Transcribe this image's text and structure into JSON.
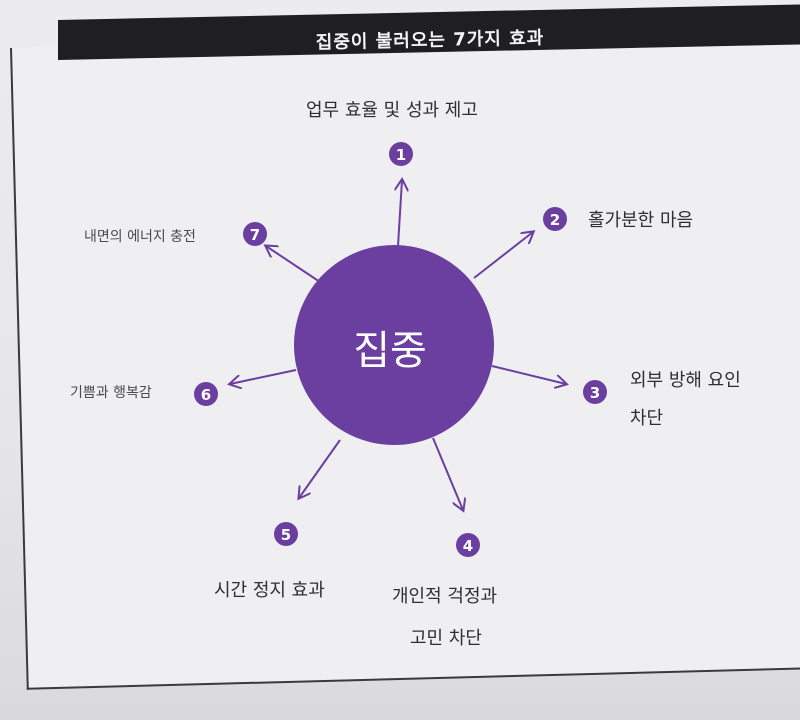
{
  "title": "집중이 불러오는 7가지 효과",
  "center": {
    "label": "집중",
    "color": "#6b3fa0"
  },
  "accent": "#6b3fa0",
  "effects": [
    {
      "number": "1",
      "text": "업무 효율 및 성과 제고"
    },
    {
      "number": "2",
      "text": "홀가분한 마음"
    },
    {
      "number": "3",
      "line1": "외부 방해 요인",
      "line2": "차단"
    },
    {
      "number": "4",
      "line1": "개인적 걱정과",
      "line2": "고민 차단"
    },
    {
      "number": "5",
      "text": "시간 정지 효과"
    },
    {
      "number": "6",
      "text": "기쁨과 행복감"
    },
    {
      "number": "7",
      "text": "내면의 에너지 충전"
    }
  ]
}
